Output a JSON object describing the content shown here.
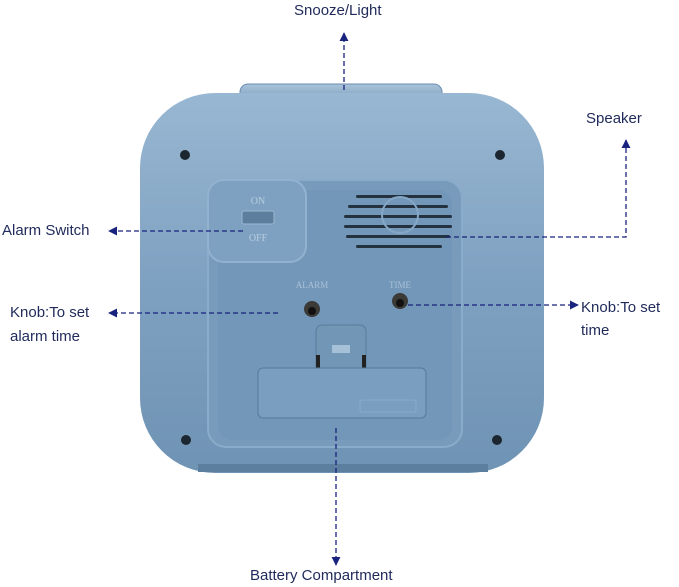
{
  "diagram": {
    "subject": "Alarm clock back panel",
    "colors": {
      "body": "#7a9dbd",
      "body_light": "#93b3cf",
      "body_dark": "#5c7f9f",
      "recess": "#7196b7",
      "callout": "#1a237e",
      "text": "#1f2a5a"
    },
    "callouts": [
      {
        "id": "snooze",
        "label": "Snooze/Light"
      },
      {
        "id": "speaker",
        "label": "Speaker"
      },
      {
        "id": "alarm_switch",
        "label": "Alarm Switch"
      },
      {
        "id": "alarm_knob",
        "label_line1": "Knob:To set",
        "label_line2": "alarm time"
      },
      {
        "id": "time_knob",
        "label_line1": "Knob:To set",
        "label_line2": "time"
      },
      {
        "id": "battery",
        "label": "Battery Compartment"
      }
    ],
    "embossed": {
      "switch_on": "ON",
      "switch_off": "OFF",
      "alarm": "ALARM",
      "time": "TIME"
    }
  }
}
